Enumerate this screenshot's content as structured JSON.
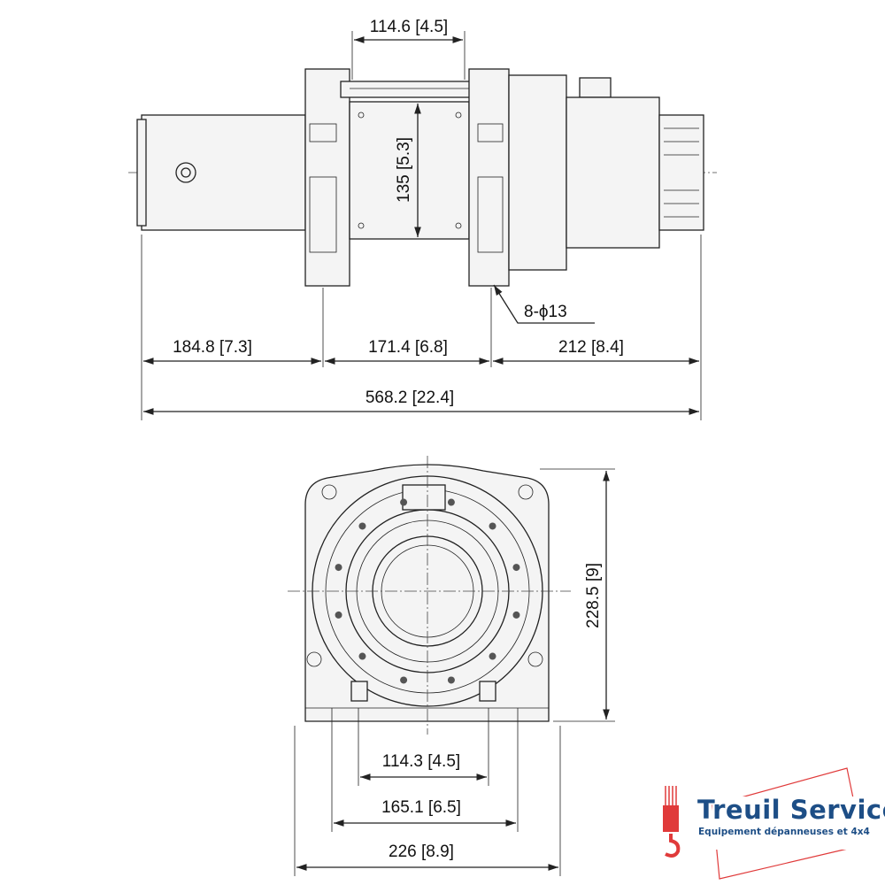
{
  "top_view": {
    "dims": {
      "drum_width": "114.6 [4.5]",
      "drum_diameter": "135 [5.3]",
      "holes": "8-ϕ13",
      "left_section": "184.8 [7.3]",
      "mount_spacing": "171.4 [6.8]",
      "right_section": "212 [8.4]",
      "overall_length": "568.2 [22.4]"
    }
  },
  "end_view": {
    "dims": {
      "height": "228.5 [9]",
      "inner_bolt": "114.3 [4.5]",
      "outer_bolt": "165.1 [6.5]",
      "base_width": "226 [8.9]"
    }
  },
  "logo": {
    "name": "Treuil Service",
    "tagline": "Equipement dépanneuses et 4x4",
    "colors": {
      "blue": "#1d4e86",
      "red": "#e03a3a"
    }
  }
}
